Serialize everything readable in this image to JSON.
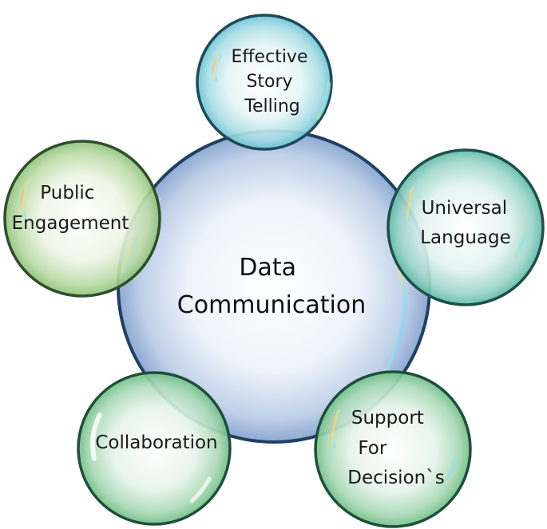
{
  "center": {
    "lines": [
      "Data",
      "Communication"
    ]
  },
  "nodes": [
    {
      "id": "storytelling",
      "lines": [
        "Effective",
        "Story",
        "Telling"
      ],
      "color": "#4fb3c8"
    },
    {
      "id": "universal",
      "lines": [
        "Universal",
        "Language"
      ],
      "color": "#3aa79c"
    },
    {
      "id": "decisions",
      "lines": [
        "Support",
        "For",
        "Decision`s"
      ],
      "color": "#3a9e64"
    },
    {
      "id": "collaboration",
      "lines": [
        "Collaboration"
      ],
      "color": "#3f9a55"
    },
    {
      "id": "engagement",
      "lines": [
        "Public",
        "Engagement"
      ],
      "color": "#5c9a4a"
    }
  ],
  "colors": {
    "center_fill": "#9db9dc",
    "center_stroke": "#1f3f63",
    "node_stroke": "#1f4f3a"
  }
}
